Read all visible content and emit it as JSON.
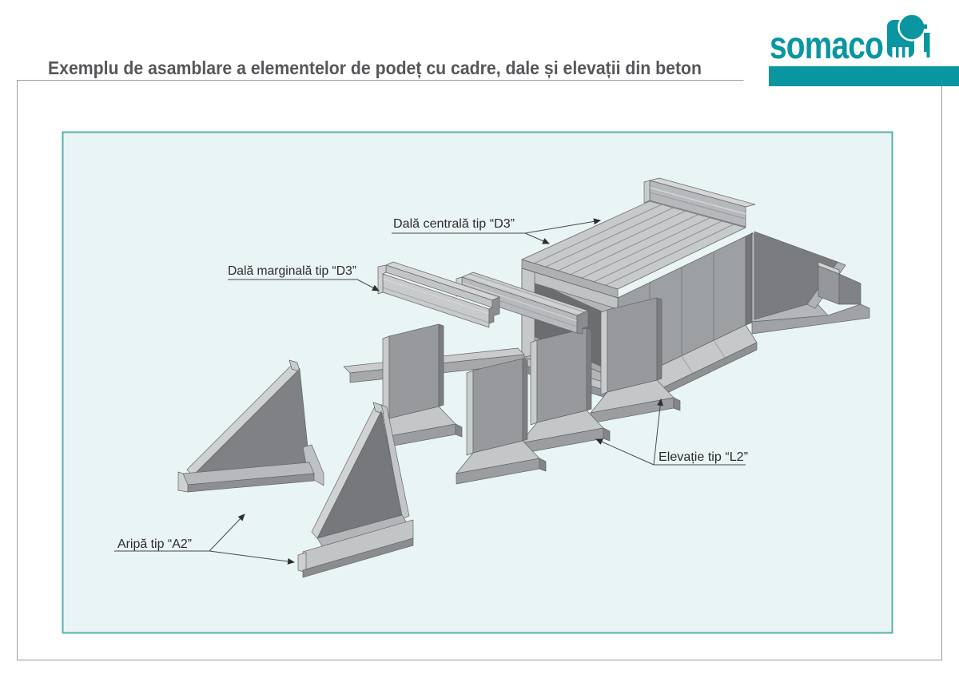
{
  "page": {
    "title": "Exemplu de asamblare a elementelor de podeț cu cadre, dale și elevații din beton"
  },
  "brand": {
    "logo_text": "somaco",
    "logo_icon": "elephant-icon",
    "teal": "#0a96a1"
  },
  "panel": {
    "background": "#e9f4f4",
    "border": "#58aeb0"
  },
  "diagram": {
    "labels": {
      "central_slab": "Dală centrală tip “D3”",
      "marginal_slab": "Dală marginală tip “D3”",
      "elevation": "Elevație tip “L2”",
      "wing": "Aripă tip “A2”"
    }
  }
}
